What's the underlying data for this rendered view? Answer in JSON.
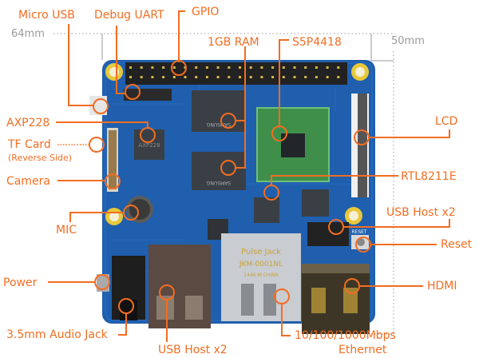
{
  "colors": {
    "accent": "#f26d21",
    "pcb": "#1f5fae",
    "pcb_dark": "#174b8c",
    "dimension": "#9a9a9a",
    "chip": "#3a3f45",
    "soc_pad": "#3f8f4a",
    "metal": "#9a9ea3",
    "gold": "#c9a23a",
    "mount": "#e8c83a"
  },
  "dimensions": {
    "width": "64mm",
    "height": "50mm"
  },
  "labels": {
    "micro_usb": "Micro USB",
    "debug_uart": "Debug UART",
    "gpio": "GPIO",
    "ram": "1GB RAM",
    "soc": "S5P4418",
    "axp228": "AXP228",
    "tf_card": "TF Card",
    "tf_card_note": "(Reverse Side)",
    "camera": "Camera",
    "mic": "MIC",
    "power": "Power",
    "audio_jack": "3.5mm Audio Jack",
    "usb_host_bottom": "USB Host x2",
    "ethernet_line1": "10/100/1000Mbps",
    "ethernet_line2": "Ethernet",
    "hdmi": "HDMI",
    "reset": "Reset",
    "usb_host_right": "USB Host x2",
    "rtl8211e": "RTL8211E",
    "lcd": "LCD"
  },
  "board_markings": {
    "pmic": "AXP228",
    "ethernet_brand": "Pulse Jack",
    "ethernet_model": "JKM-0001NL",
    "ethernet_origin": "1446-M  CHINA",
    "ram_brand": "SAMSUNG",
    "reset_silk": "RESET"
  }
}
